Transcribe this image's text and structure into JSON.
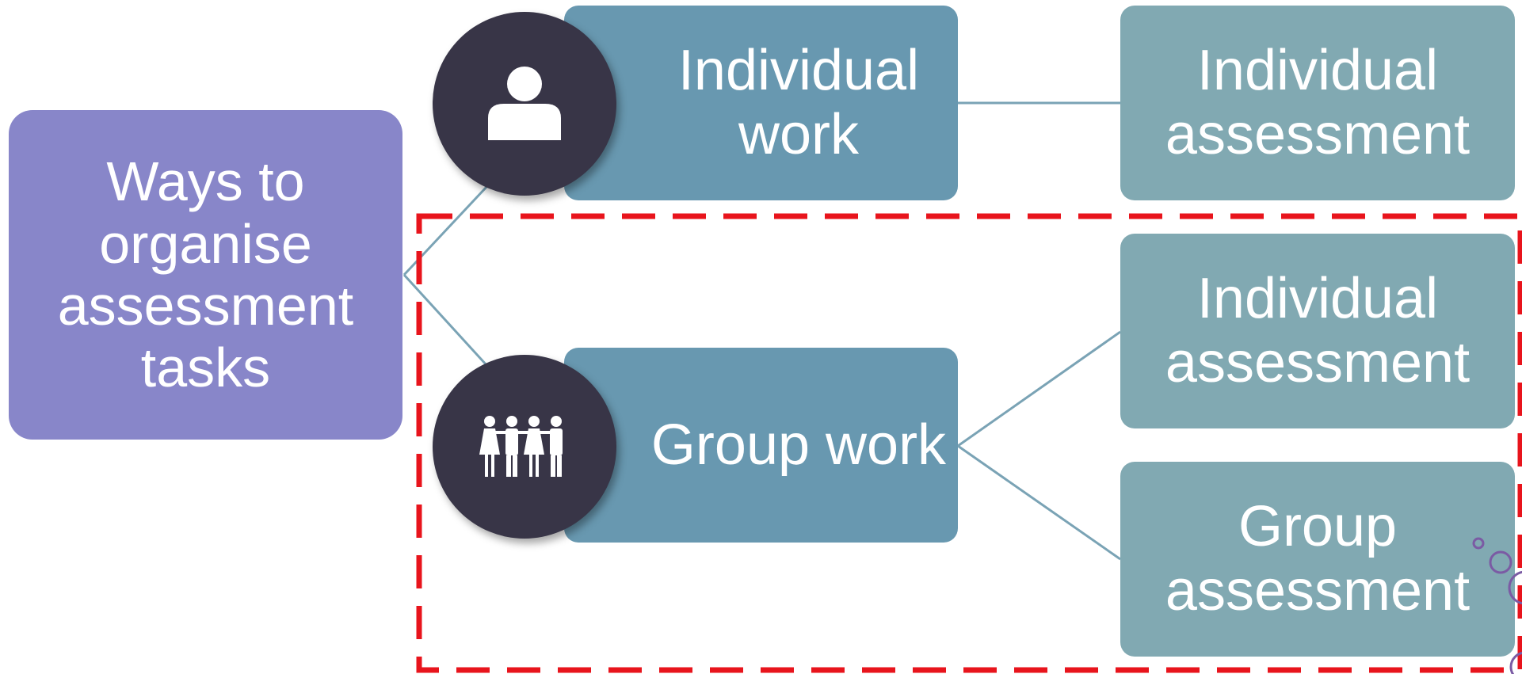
{
  "root": {
    "label": "Ways to\norganise\nassessment\ntasks"
  },
  "work_types": [
    {
      "label": "Individual\nwork",
      "icon": "person-icon"
    },
    {
      "label": "Group work",
      "icon": "group-icon"
    }
  ],
  "assessments": [
    {
      "label": "Individual\nassessment"
    },
    {
      "label": "Individual\nassessment"
    },
    {
      "label": "Group\nassessment"
    }
  ],
  "colors": {
    "root": "#8886c9",
    "work": "#6898b0",
    "assessment": "#81a9b2",
    "icon_circle": "#383547",
    "connector": "#7aa3b5",
    "highlight_border": "#e8141c"
  }
}
